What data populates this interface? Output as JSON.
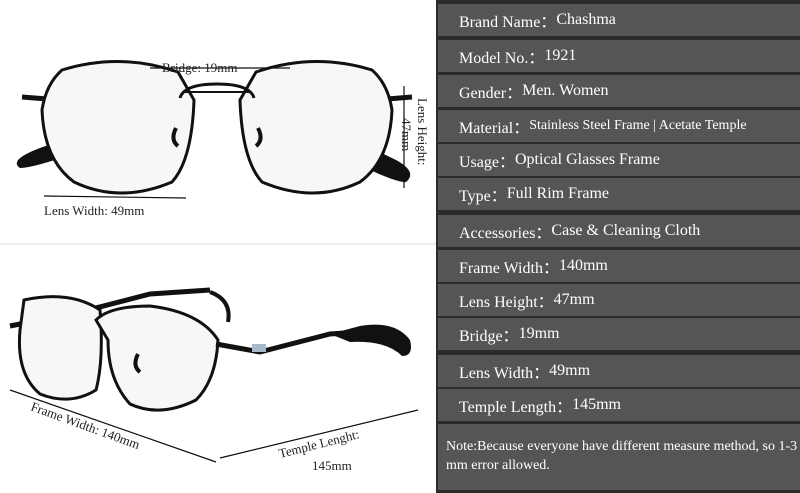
{
  "specs": [
    {
      "label": "Brand Name：",
      "value": "Chashma"
    },
    {
      "label": "Model No.：",
      "value": "1921"
    },
    {
      "label": "Gender：",
      "value": "Men. Women"
    },
    {
      "label": "Material：",
      "value": "Stainless Steel Frame | Acetate Temple"
    },
    {
      "label": "Usage：",
      "value": "Optical Glasses Frame"
    },
    {
      "label": "Type：",
      "value": "Full Rim Frame"
    },
    {
      "label": "Accessories：",
      "value": "Case & Cleaning Cloth"
    },
    {
      "label": "Frame Width：",
      "value": "140mm"
    },
    {
      "label": "Lens Height：",
      "value": "47mm"
    },
    {
      "label": "Bridge：",
      "value": "19mm"
    },
    {
      "label": "Lens Width：",
      "value": "49mm"
    },
    {
      "label": "Temple Length：",
      "value": "145mm"
    }
  ],
  "note": "Note:Because everyone have different measure method, so 1-3 mm error allowed.",
  "dimensions": {
    "bridge": "Bridge: 19mm",
    "lens_height_label": "Lens Height:",
    "lens_height_value": "47mm",
    "lens_width": "Lens Width: 49mm",
    "frame_width": "Frame Width:  140mm",
    "temple_label": "Temple Lenght:",
    "temple_value": "145mm"
  },
  "colors": {
    "panel_bg": "#2b2b2b",
    "row_bg": "#555555",
    "text": "#ffffff",
    "frame": "#111111",
    "accent": "#a8b9cc"
  }
}
